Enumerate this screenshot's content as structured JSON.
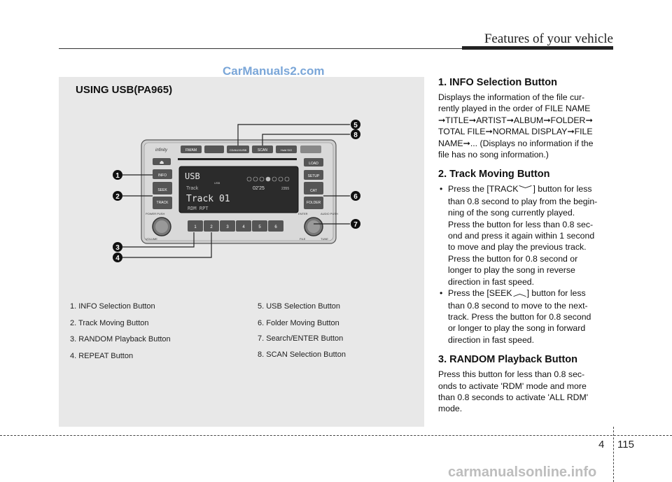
{
  "header": {
    "title": "Features of your vehicle"
  },
  "watermark_top": "CarManuals2.com",
  "figure": {
    "title": "USING USB(PA965)",
    "radio": {
      "logo": "infinity",
      "top_buttons": [
        "FM/AM",
        "CD/AUX/USB",
        "SCAN",
        "Hold S/O"
      ],
      "left_buttons": [
        "INFO",
        "SEEK",
        "TRACK"
      ],
      "right_buttons": [
        "LOAD",
        "SETUP",
        "CAT",
        "FOLDER"
      ],
      "presets": [
        "1",
        "2",
        "3",
        "4",
        "5",
        "6"
      ],
      "labels": {
        "power": "POWER PUSH",
        "volume": "VOLUME",
        "enter": "ENTER",
        "audio": "AUDIO PUSH",
        "file": "FILE",
        "tune": "TUNE"
      },
      "display": {
        "source": "USB",
        "usb_small": "USB",
        "track_label": "Track",
        "track_name": "Track 01",
        "time": "02'25",
        "track_total": "2355",
        "modes": "RDM   RPT"
      }
    },
    "callouts": [
      "1",
      "2",
      "3",
      "4",
      "5",
      "6",
      "7",
      "8"
    ],
    "captions_left": [
      "1. INFO Selection Button",
      "2. Track Moving Button",
      "3. RANDOM Playback Button",
      "4. REPEAT Button"
    ],
    "captions_right": [
      "5. USB Selection Button",
      "6. Folder Moving Button",
      "7. Search/ENTER Button",
      "8. SCAN Selection Button"
    ]
  },
  "sections": {
    "info": {
      "heading": "1. INFO Selection Button",
      "lines": [
        "Displays the information of the file cur-",
        "rently played in the order of FILE NAME",
        "➞TITLE➞ARTIST➞ALBUM➞FOLDER➞",
        "TOTAL FILE➞NORMAL DISPLAY➞FILE",
        "NAME➞... (Displays no information if the",
        "file has no song information.)"
      ]
    },
    "track": {
      "heading": "2. Track Moving Button",
      "bullet1_pre": "Press the [TRACK",
      "bullet1_post": "] button for less",
      "bullet1_lines": [
        "than 0.8 second to play from the begin-",
        "ning of the song currently played.",
        "Press the button for less than 0.8 sec-",
        "ond and press it again within 1 second",
        "to move and play the previous track.",
        "Press the button for 0.8 second or",
        "longer to play the song in reverse",
        "direction in fast speed."
      ],
      "bullet2_pre": "Press the [SEEK",
      "bullet2_post": "] button for less",
      "bullet2_lines": [
        "than 0.8 second to move to the next-",
        "track. Press the button for 0.8 second",
        "or longer to play the song in forward",
        "direction in fast speed."
      ]
    },
    "random": {
      "heading": "3. RANDOM Playback Button",
      "lines": [
        "Press this button for less than 0.8 sec-",
        "onds to activate 'RDM' mode and more",
        "than 0.8 seconds to activate 'ALL RDM'",
        "mode."
      ]
    }
  },
  "footer": {
    "chapter": "4",
    "page": "115",
    "watermark": "carmanualsonline.info"
  }
}
